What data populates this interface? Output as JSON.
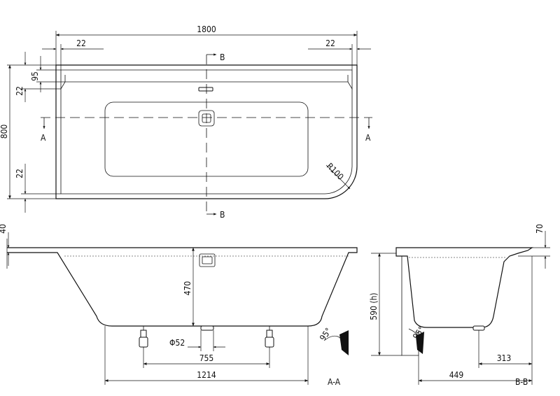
{
  "dimensions": {
    "overall_length": "1800",
    "rim_left": "22",
    "rim_right": "22",
    "top_rim": "95",
    "side_rim_top": "22",
    "overall_width": "800",
    "side_rim_bottom": "22",
    "corner_radius": "R100",
    "left_rim_height": "40",
    "inner_depth": "470",
    "drain_diameter": "Φ52",
    "feet_spacing": "755",
    "base_length": "1214",
    "right_rim_height": "70",
    "total_height": "590 (h)",
    "drain_offset": "313",
    "base_width": "449",
    "angle_left": "95°",
    "angle_right": "95°"
  },
  "section_marks": {
    "b_top": "B",
    "b_bottom": "B",
    "a_left": "A",
    "a_right": "A"
  },
  "view_labels": {
    "section_aa": "A-A",
    "section_bb": "B-B"
  }
}
